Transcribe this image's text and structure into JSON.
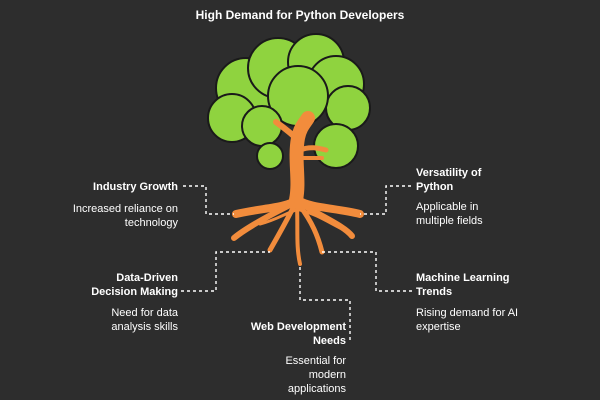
{
  "title": "High Demand for Python Developers",
  "colors": {
    "background": "#2d2d2d",
    "foliage": "#8fd33f",
    "foliage_outline": "#1a1a1a",
    "trunk": "#f28c3c",
    "connector": "#ffffff",
    "text": "#ffffff"
  },
  "nodes": [
    {
      "id": "industry",
      "label": "Industry Growth",
      "description": "Increased reliance on technology"
    },
    {
      "id": "versatility",
      "label": "Versatility of Python",
      "description": "Applicable in multiple fields"
    },
    {
      "id": "data_driven",
      "label": "Data-Driven Decision Making",
      "description": "Need for data analysis skills"
    },
    {
      "id": "ml",
      "label": "Machine Learning Trends",
      "description": "Rising demand for AI expertise"
    },
    {
      "id": "webdev",
      "label": "Web Development Needs",
      "description": "Essential for modern applications"
    }
  ]
}
